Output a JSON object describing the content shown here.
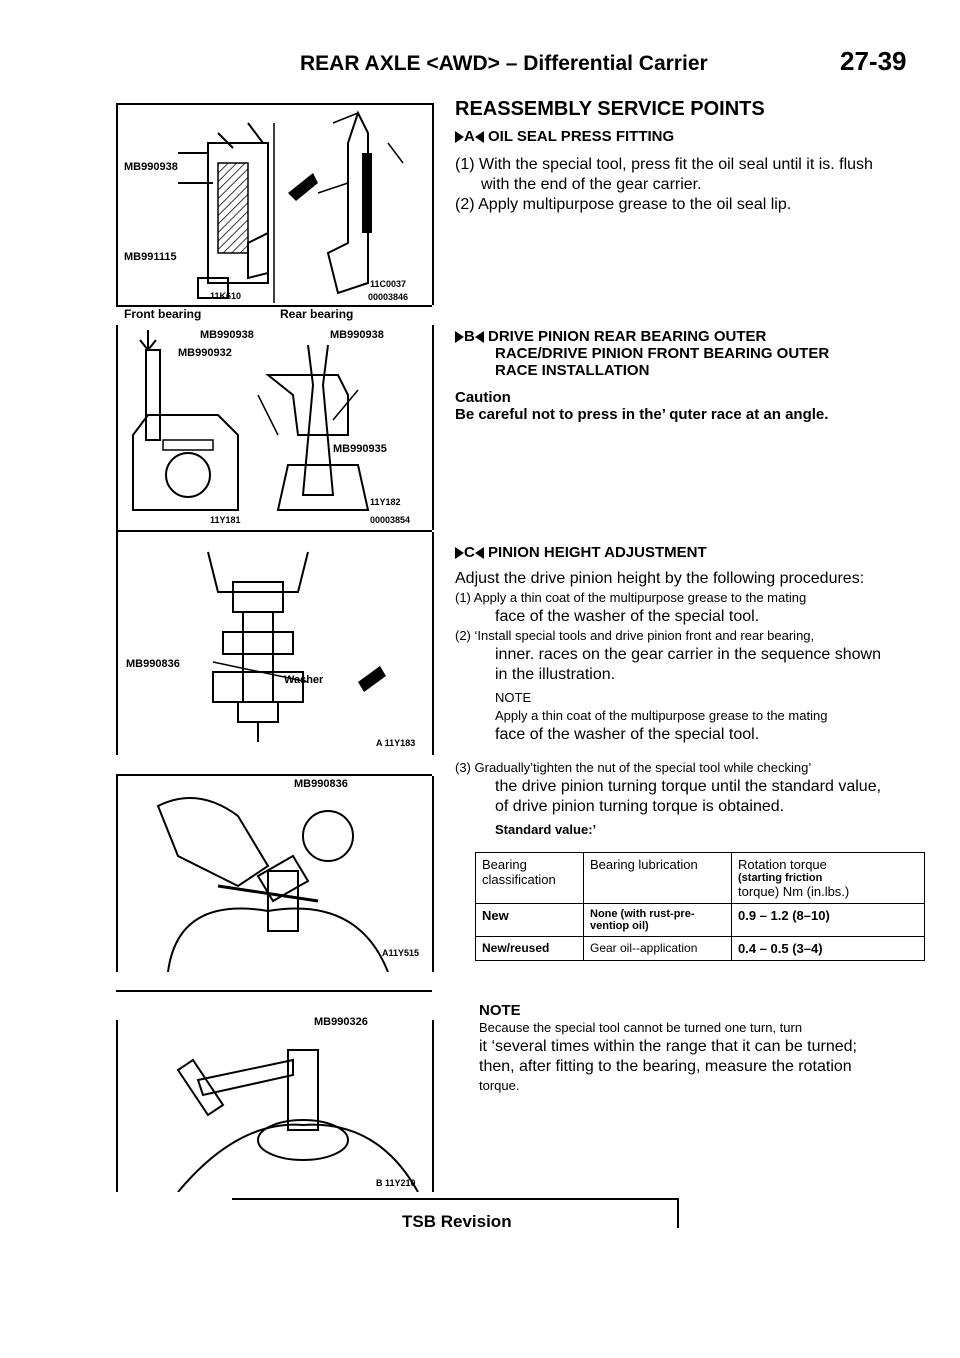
{
  "header": {
    "title": "REAR AXLE <AWD> – Differential Carrier",
    "page_number": "27-39"
  },
  "figures": {
    "fig1": {
      "labels": [
        "MB990938",
        "MB991115"
      ],
      "codes": [
        "11K610",
        "11C0037",
        "00003846"
      ]
    },
    "fig2": {
      "front_bearing": "Front bearing",
      "rear_bearing": "Rear bearing",
      "labels": [
        "MB990938",
        "MB990932",
        "MB990938",
        "MB990935"
      ],
      "codes": [
        "11Y181",
        "11Y182",
        "00003854"
      ]
    },
    "fig3": {
      "labels": [
        "MB990836",
        "Washer"
      ],
      "codes": [
        "A 11Y183"
      ]
    },
    "fig4": {
      "labels": [
        "MB990836"
      ],
      "codes": [
        "A11Y515"
      ]
    },
    "fig5": {
      "labels": [
        "MB990326"
      ],
      "codes": [
        "B 11Y210"
      ]
    }
  },
  "content": {
    "main_heading": "REASSEMBLY SERVICE POINTS",
    "sectionA": {
      "marker": "A",
      "title": "OIL SEAL PRESS FITTING",
      "step1a": "(1) With the special tool, press fit the oil seal until it is. flush",
      "step1b": "with the end of the gear carrier.",
      "step2": "(2) Apply multipurpose grease to the oil seal lip."
    },
    "sectionB": {
      "marker": "B",
      "title_line1": "DRIVE PINION REAR BEARING OUTER",
      "title_line2": "RACE/DRIVE PINION FRONT BEARING OUTER",
      "title_line3": "RACE INSTALLATION",
      "caution_label": "Caution",
      "caution_text": "Be careful not to press in the’ quter race at an angle."
    },
    "sectionC": {
      "marker": "C",
      "title": "PINION HEIGHT ADJUSTMENT",
      "intro": "Adjust the drive pinion height by the following procedures:",
      "step1a": "(1) Apply a thin coat of the multipurpose grease to the mating",
      "step1b": "face of the washer of the special tool.",
      "step2a": "(2) ‘Install special tools and drive pinion front and rear bearing,",
      "step2b": "inner. races on the gear carrier in the sequence shown",
      "step2c": "in the illustration.",
      "note_label": "NOTE",
      "note_a": "Apply a thin coat of the multipurpose grease to the mating",
      "note_b": "face of the washer of the special tool.",
      "step3a": "(3) Gradually’tighten the nut of the special tool while checking’",
      "step3b": "the drive pinion turning torque until the standard value,",
      "step3c": "of drive pinion turning torque is obtained.",
      "standard_label": "Standard value:’"
    },
    "table": {
      "headers": {
        "col1": "Bearing classification",
        "col2": "Bearing lubrication",
        "col3a": "Rotation torque",
        "col3b": "(starting friction",
        "col3c": "torque) Nm (in.lbs.)"
      },
      "rows": [
        {
          "classification": "New",
          "lubrication": "None (with rust-pre- ventiop oil)",
          "torque": "0.9 – 1.2 (8–10)"
        },
        {
          "classification": "New/reused",
          "lubrication": "Gear oil--application",
          "torque": "0.4 – 0.5 (3–4)"
        }
      ]
    },
    "note2": {
      "label": "NOTE",
      "line1": "Because the special tool cannot be turned one turn, turn",
      "line2": "it ‘several times within the range that it can be turned;",
      "line3": "then, after fitting to the bearing, measure the rotation",
      "line4": "torque."
    }
  },
  "footer": {
    "tsb": "TSB Revision"
  }
}
